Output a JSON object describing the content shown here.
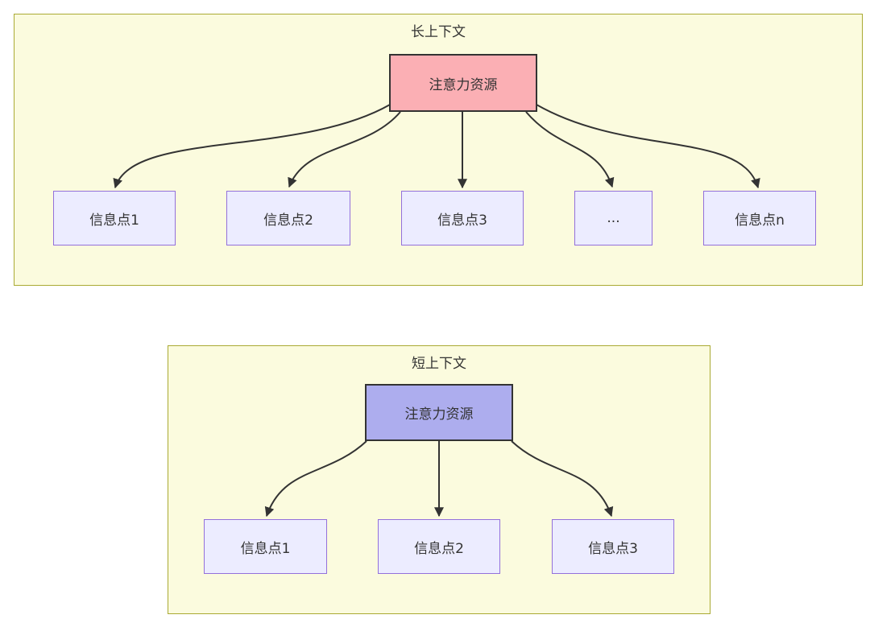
{
  "diagram": {
    "long_context": {
      "title": "长上下文",
      "root_label": "注意力资源",
      "nodes": [
        {
          "label": "信息点1"
        },
        {
          "label": "信息点2"
        },
        {
          "label": "信息点3"
        },
        {
          "label": "..."
        },
        {
          "label": "信息点n"
        }
      ]
    },
    "short_context": {
      "title": "短上下文",
      "root_label": "注意力资源",
      "nodes": [
        {
          "label": "信息点1"
        },
        {
          "label": "信息点2"
        },
        {
          "label": "信息点3"
        }
      ]
    },
    "colors": {
      "panel_background": "#fbfbde",
      "panel_border": "#aaaa33",
      "long_root_fill": "#fbafb4",
      "short_root_fill": "#adadee",
      "node_fill": "#ececff",
      "node_border": "#9370db",
      "edge_color": "#333333",
      "text_color": "#333333"
    }
  }
}
